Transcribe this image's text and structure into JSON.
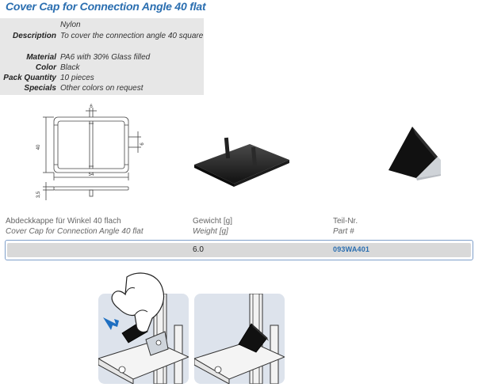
{
  "title": "Cover Cap for Connection Angle 40 flat",
  "spec": {
    "material_top": "Nylon",
    "rows": [
      {
        "label": "Description",
        "value": "To cover the connection angle 40 square"
      },
      {
        "label": "Material",
        "value": "PA6 with 30% Glass filled"
      },
      {
        "label": "Color",
        "value": "Black"
      },
      {
        "label": "Pack Quantity",
        "value": "10 pieces"
      },
      {
        "label": "Specials",
        "value": "Other colors on request"
      }
    ]
  },
  "drawing": {
    "dim_top": "6",
    "dim_left": "40",
    "dim_right": "6",
    "dim_bottom": "54",
    "dim_height": "3,5"
  },
  "table": {
    "col1_de": "Abdeckkappe für Winkel 40 flach",
    "col1_en": "Cover Cap for Connection Angle 40 flat",
    "col2_de": "Gewicht [g]",
    "col2_en": "Weight [g]",
    "col3_de": "Teil-Nr.",
    "col3_en": "Part #",
    "weight": "6.0",
    "part_no": "093WA401"
  },
  "colors": {
    "title": "#2a6eb0",
    "spec_bg": "#e7e7e7",
    "row_border": "#7f9fca",
    "panel_bg": "#dde3ec",
    "arrow": "#1f6fc1"
  }
}
